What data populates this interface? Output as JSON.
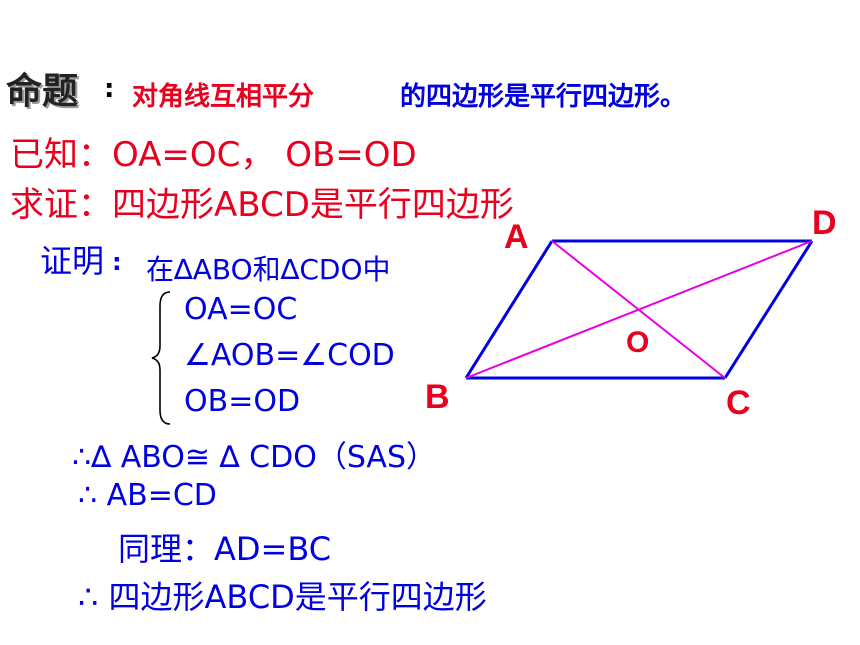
{
  "proposition": {
    "heading": "命题",
    "colon": ":",
    "condition": "对角线互相平分",
    "conclusion": "的四边形是平行四边形。"
  },
  "given": "已知：OA=OC， OB=OD",
  "to_prove": "求证：四边形ABCD是平行四边形",
  "proof": {
    "heading": "证明",
    "colon": ":",
    "intro": "在∆ABO和∆CDO中",
    "conditions": [
      "OA=OC",
      "∠AOB=∠COD",
      "OB=OD"
    ],
    "steps": [
      "∴∆ ABO≅ ∆ CDO（SAS）",
      "∴ AB=CD",
      "同理：AD=BC",
      "∴ 四边形ABCD是平行四边形"
    ]
  },
  "diagram": {
    "labels": {
      "A": "A",
      "B": "B",
      "C": "C",
      "D": "D",
      "O": "O"
    },
    "colors": {
      "outline": "#0000e0",
      "diagonal": "#e800e0",
      "label": "#e8001e"
    }
  }
}
